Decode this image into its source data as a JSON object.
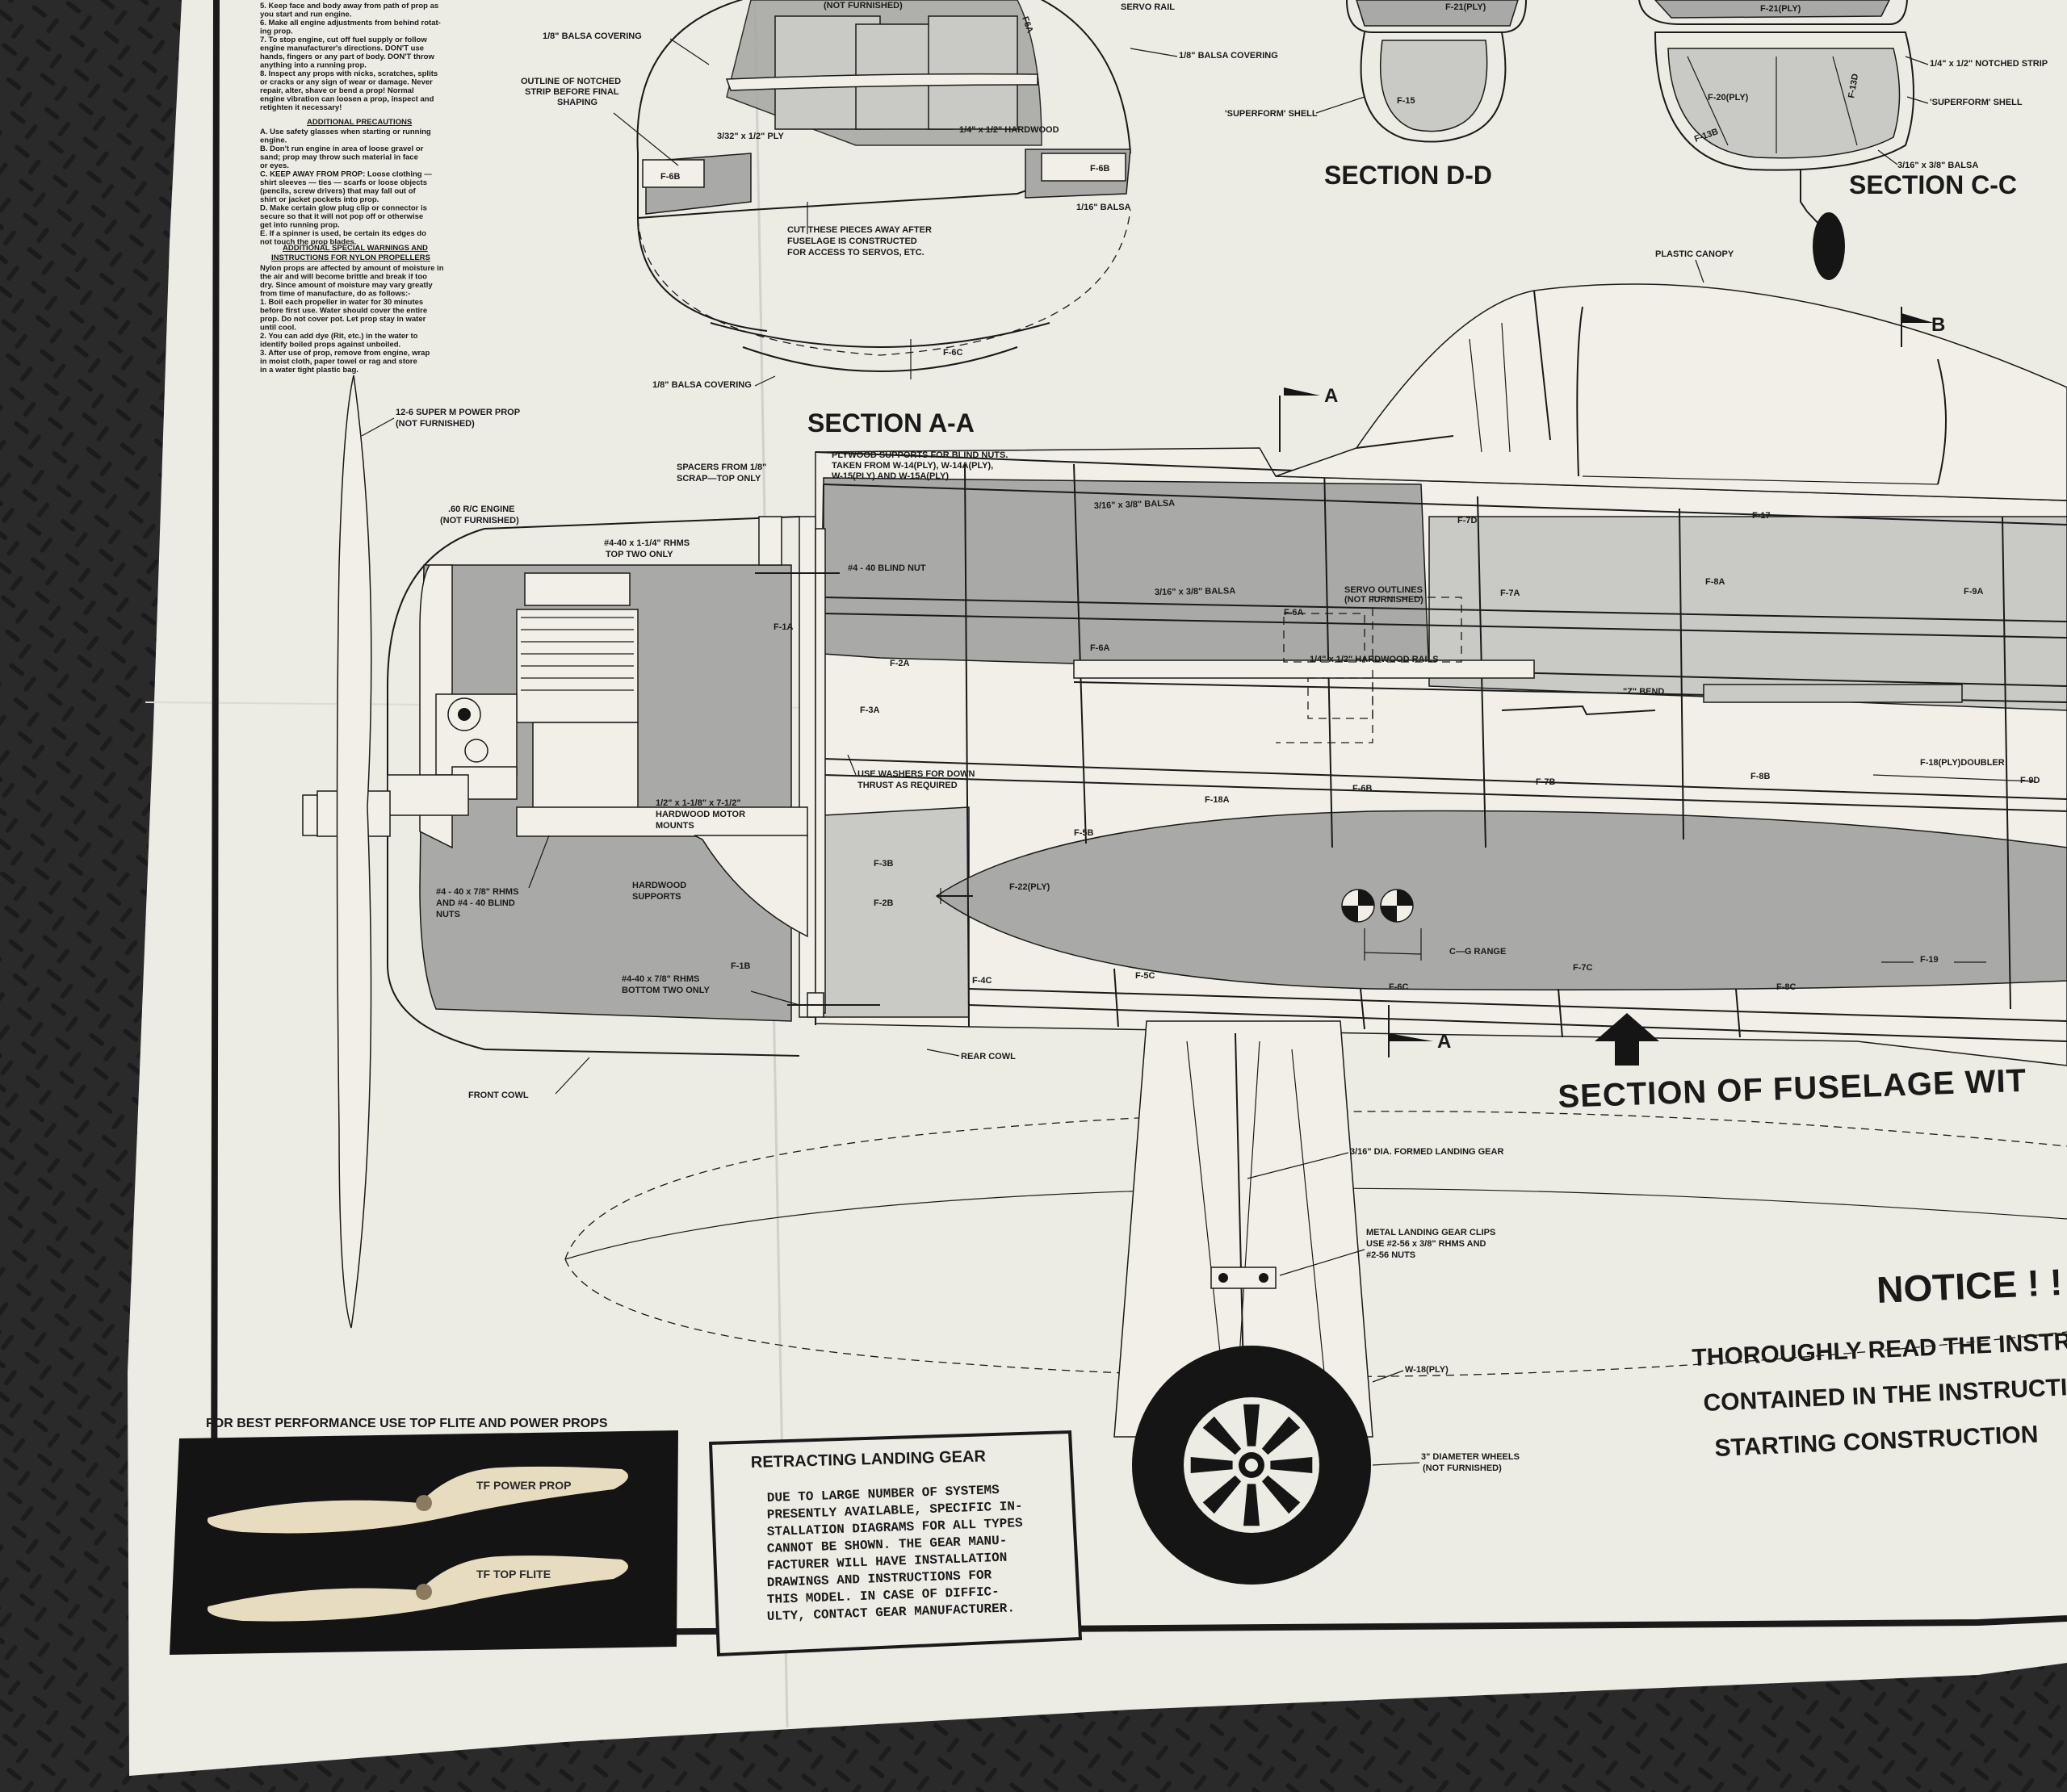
{
  "instructions": {
    "top_lines": [
      "5.  Keep face and body away from path of prop as",
      "     you start and run engine.",
      "6.  Make all engine adjustments from behind rotat-",
      "     ing prop.",
      "7.  To stop engine, cut off fuel supply or follow",
      "     engine manufacturer's directions. DON'T use",
      "     hands, fingers or any part of body. DON'T throw",
      "     anything into a running prop.",
      "8.  Inspect any props with nicks, scratches, splits",
      "     or cracks or any sign of wear or damage. Never",
      "     repair, alter, shave or bend a prop! Normal",
      "     engine vibration can loosen a prop, inspect and",
      "     retighten it necessary!"
    ],
    "precautions_heading": "ADDITIONAL PRECAUTIONS",
    "precautions_lines": [
      "A.  Use safety glasses when starting or running",
      "     engine.",
      "B.  Don't run engine in area of loose gravel or",
      "     sand; prop may throw such material in face",
      "     or eyes.",
      "C.  KEEP AWAY FROM PROP: Loose clothing —",
      "     shirt sleeves — ties — scarfs or loose objects",
      "     (pencils, screw drivers) that may fall out of",
      "     shirt or jacket pockets into prop.",
      "D.  Make certain glow plug clip or connector is",
      "     secure so that it will not pop off or otherwise",
      "     get into running prop.",
      "E.  If a spinner is used, be certain its edges do",
      "     not touch the prop blades."
    ],
    "nylon_heading_1": "ADDITIONAL SPECIAL WARNINGS AND",
    "nylon_heading_2": "INSTRUCTIONS FOR NYLON PROPELLERS",
    "nylon_lines": [
      "Nylon props are affected by amount of moisture in",
      "the air and will become brittle and break if too",
      "dry. Since amount of moisture may vary greatly",
      "from time of manufacture, do as follows:-",
      "1.  Boil each propeller in water for 30 minutes",
      "     before first use. Water should cover the entire",
      "     prop. Do not cover pot. Let prop stay in water",
      "     until cool.",
      "2.  You can add dye (Rit, etc.) in the water to",
      "     identify boiled props against unboiled.",
      "3.  After use of prop, remove from engine, wrap",
      "     in moist cloth, paper towel or rag and store",
      "     in a water tight plastic bag."
    ]
  },
  "section_aa": {
    "title": "SECTION A-A",
    "not_furnished_top": "(NOT FURNISHED)",
    "balsa_covering_left": "1/8\" BALSA COVERING",
    "balsa_covering_bottom": "1/8\" BALSA COVERING",
    "outline_note": [
      "OUTLINE OF NOTCHED",
      "STRIP BEFORE FINAL",
      "SHAPING"
    ],
    "ply": "3/32\" x 1/2\" PLY",
    "hardwood": "1/4\" x 1/2\" HARDWOOD",
    "balsa_116": "1/16\" BALSA",
    "f6b_left": "F-6B",
    "f6b_right": "F-6B",
    "f6a": "F6A",
    "f6c": "F-6C",
    "cut_note": [
      "CUT THESE PIECES AWAY AFTER",
      "FUSELAGE IS CONSTRUCTED",
      "FOR ACCESS TO SERVOS, ETC."
    ]
  },
  "top_labels": {
    "servo_rail": "SERVO RAIL",
    "balsa_covering_right": "1/8\" BALSA COVERING"
  },
  "section_dd": {
    "title": "SECTION D-D",
    "superform": "'SUPERFORM' SHELL",
    "f15": "F-15",
    "f21": "F-21(PLY)"
  },
  "section_cc": {
    "title": "SECTION C-C",
    "notched": "1/4\" x 1/2\" NOTCHED STRIP",
    "superform": "'SUPERFORM' SHELL",
    "balsa": "3/16\" x 3/8\" BALSA",
    "f20": "F-20(PLY)",
    "f13b": "F-13B",
    "f13d": "F-13D",
    "f21": "F-21(PLY)"
  },
  "fuselage": {
    "title": "SECTION OF FUSELAGE WIT",
    "prop": [
      "12-6 SUPER M POWER PROP",
      "(NOT FURNISHED)"
    ],
    "engine": [
      ".60 R/C ENGINE",
      "(NOT FURNISHED)"
    ],
    "spacers": [
      "SPACERS FROM 1/8\"",
      "SCRAP—TOP ONLY"
    ],
    "plywood": [
      "PLYWOOD SUPPORTS FOR BLIND NUTS.",
      "TAKEN FROM W-14(PLY), W-14A(PLY),",
      "W-15(PLY) AND W-15A(PLY)"
    ],
    "rhms_top": [
      "#4-40 x 1-1/4\" RHMS",
      "TOP TWO ONLY"
    ],
    "blind_nut": "#4 - 40 BLIND NUT",
    "plastic_canopy": "PLASTIC CANOPY",
    "balsa_top": "3/16\" x 3/8\" BALSA",
    "balsa_mid": "3/16\" x 3/8\" BALSA",
    "servo_outlines": [
      "SERVO OUTLINES",
      "(NOT FURNISHED)"
    ],
    "hardwood_rails": "1/4\" x 1/2\" HARDWOOD RAILS",
    "z_bend": "\"Z\" BEND",
    "washers": [
      "USE WASHERS FOR DOWN",
      "THRUST AS REQUIRED"
    ],
    "motor_mounts": [
      "1/2\" x 1-1/8\" x 7-1/2\"",
      "HARDWOOD MOTOR",
      "MOUNTS"
    ],
    "hardwood_supports": [
      "HARDWOOD",
      "SUPPORTS"
    ],
    "blind_nuts": [
      "#4 - 40 x 7/8\" RHMS",
      "AND #4 - 40 BLIND",
      "NUTS"
    ],
    "bottom_two": [
      "#4-40 x 7/8\" RHMS",
      "BOTTOM TWO ONLY"
    ],
    "rear_cowl": "REAR COWL",
    "front_cowl": "FRONT COWL",
    "cg_range": "C—G RANGE",
    "doubler": "F-18(PLY)DOUBLER",
    "f22": "F-22(PLY)",
    "formers": {
      "f1a": "F-1A",
      "f2a": "F-2A",
      "f3a": "F-3A",
      "f3b": "F-3B",
      "f2b": "F-2B",
      "f1b": "F-1B",
      "f4c": "F-4C",
      "f5c": "F-5C",
      "f5b": "F-5B",
      "f6a": "F-6A",
      "f6a2": "F-6A",
      "f6b": "F-6B",
      "f6c": "F-6C",
      "f7d": "F-7D",
      "f7a": "F-7A",
      "f7b": "F-7B",
      "f7c": "F-7C",
      "f8a": "F-8A",
      "f8b": "F-8B",
      "f8c": "F-8C",
      "f9a": "F-9A",
      "f9d": "F-9D",
      "f17": "F-17",
      "f18a": "F-18A",
      "f19": "F-19"
    },
    "marker_a_top": "A",
    "marker_a_bottom": "A",
    "marker_b": "B"
  },
  "landing_gear": {
    "formed_gear": "3/16\" DIA. FORMED LANDING GEAR",
    "clips": [
      "METAL LANDING GEAR CLIPS",
      "USE #2-56 x 3/8\" RHMS AND",
      "#2-56 NUTS"
    ],
    "w18": "W-18(PLY)",
    "wheels": [
      "3\" DIAMETER WHEELS",
      "(NOT FURNISHED)"
    ]
  },
  "props_photo": {
    "caption": "FOR BEST PERFORMANCE USE TOP FLITE AND POWER PROPS",
    "prop1_brand": "TF POWER PROP",
    "prop2_brand": "TF TOP FLITE"
  },
  "retracting": {
    "title": "RETRACTING LANDING GEAR",
    "lines": [
      "DUE TO LARGE NUMBER OF SYSTEMS",
      "PRESENTLY AVAILABLE, SPECIFIC IN-",
      "STALLATION DIAGRAMS FOR ALL TYPES",
      "CANNOT BE SHOWN.  THE GEAR MANU-",
      "FACTURER WILL HAVE INSTALLATION",
      "DRAWINGS AND INSTRUCTIONS FOR",
      "THIS MODEL.  IN CASE OF DIFFIC-",
      "ULTY, CONTACT GEAR MANUFACTURER."
    ]
  },
  "notice": {
    "title": "NOTICE ! !",
    "lines": [
      "THOROUGHLY READ THE INSTRUCTI",
      "CONTAINED IN THE INSTRUCTION",
      "STARTING CONSTRUCTION"
    ]
  },
  "colors": {
    "paper": "#ecebe4",
    "ink": "#1a1a1a",
    "shade": "#a9a9a7",
    "floor": "#2b2b2b"
  }
}
